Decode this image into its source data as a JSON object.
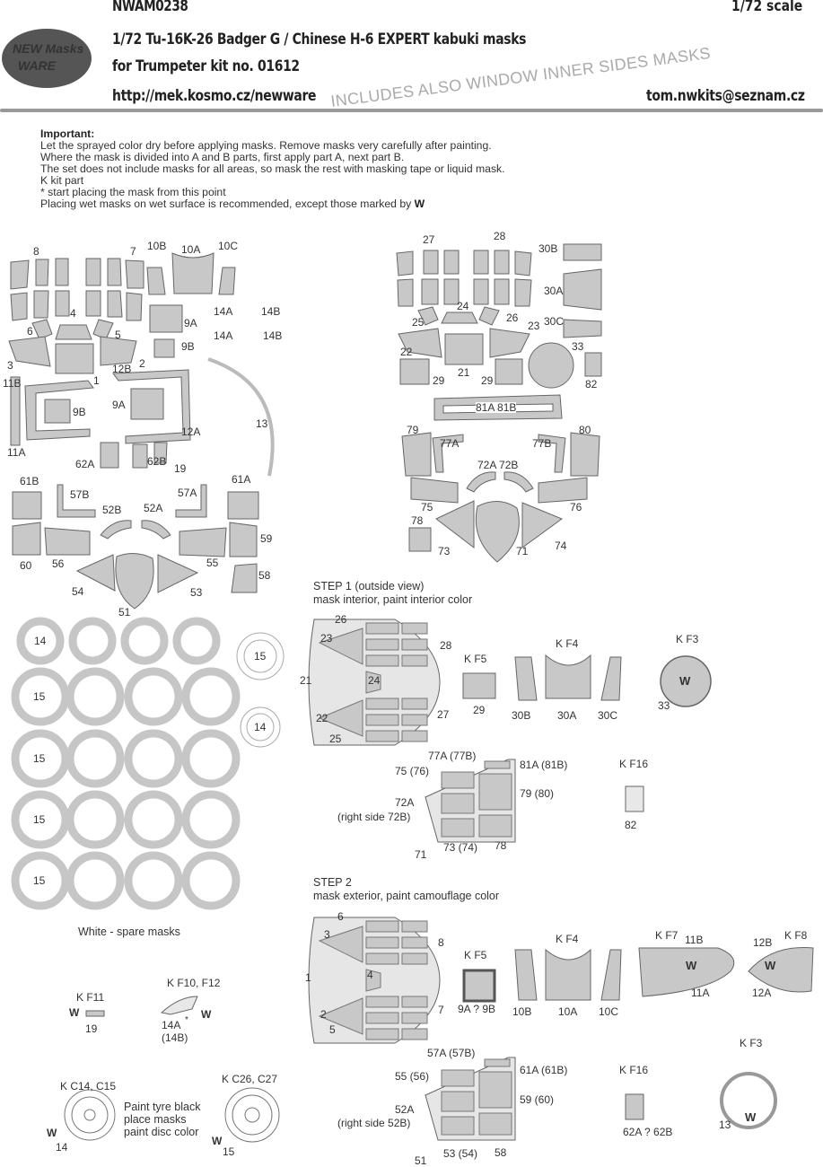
{
  "header": {
    "logo_top": "NEW Masks",
    "logo_bottom": "WARE",
    "code": "NWAM0238",
    "scale": "1/72 scale",
    "title": "1/72 Tu-16K-26 Badger G / Chinese H-6 EXPERT kabuki masks",
    "kit": "for Trumpeter kit no. 01612",
    "url": "http://mek.kosmo.cz/newware",
    "email": "tom.nwkits@seznam.cz",
    "banner": "INCLUDES ALSO WINDOW INNER SIDES MASKS"
  },
  "important": {
    "heading": "Important:",
    "lines": [
      "Let the sprayed color dry before applying masks. Remove masks very carefully after painting.",
      "Where the mask is divided into A and B parts, first apply part A, next part B.",
      "The set does not include masks for all areas, so mask the rest with masking tape or liquid mask.",
      "K kit part",
      "*  start placing the mask from this point",
      "Placing wet masks on wet surface is recommended, except those marked by"
    ],
    "wet_mark": "W"
  },
  "sheet_labels": {
    "l8": "8",
    "l7": "7",
    "l10B": "10B",
    "l10A": "10A",
    "l10C": "10C",
    "l4": "4",
    "l6": "6",
    "l5": "5",
    "l9A": "9A",
    "l14A": "14A",
    "l14B": "14B",
    "l14A2": "14A",
    "l14B2": "14B",
    "l9B": "9B",
    "l3": "3",
    "l2": "2",
    "l12B": "12B",
    "l1": "1",
    "l11B": "11B",
    "l9A2": "9A",
    "l9B2": "9B",
    "l13": "13",
    "l12A": "12A",
    "l11A": "11A",
    "l62A": "62A",
    "l62B": "62B",
    "l19": "19",
    "l61B": "61B",
    "l57B": "57B",
    "l57A": "57A",
    "l61A": "61A",
    "l52B": "52B",
    "l52A": "52A",
    "l59": "59",
    "l60": "60",
    "l56": "56",
    "l55": "55",
    "l58": "58",
    "l54": "54",
    "l53": "53",
    "l51": "51",
    "r27": "27",
    "r28": "28",
    "r30B": "30B",
    "r30A": "30A",
    "r24": "24",
    "r25": "25",
    "r26": "26",
    "r23": "23",
    "r30C": "30C",
    "r33": "33",
    "r22": "22",
    "r21": "21",
    "r29": "29",
    "r29b": "29",
    "r82": "82",
    "r81": "81A 81B",
    "r79": "79",
    "r80": "80",
    "r77A": "77A",
    "r77B": "77B",
    "r72": "72A 72B",
    "r75": "75",
    "r76": "76",
    "r78": "78",
    "r73": "73",
    "r71": "71",
    "r74": "74"
  },
  "wheels": {
    "n14": "14",
    "n15": "15",
    "w15": "15",
    "w14": "14",
    "spare": "White - spare masks"
  },
  "step1": {
    "title": "STEP 1 (outside view)",
    "subtitle": "mask interior, paint interior color",
    "kf5": "K F5",
    "kf4": "K F4",
    "kf3": "K F3",
    "kf16": "K F16",
    "n26": "26",
    "n23": "23",
    "n28": "28",
    "n21": "21",
    "n24": "24",
    "n22": "22",
    "n27": "27",
    "n25": "25",
    "n29": "29",
    "n30B": "30B",
    "n30A": "30A",
    "n30C": "30C",
    "n33": "33",
    "wmark": "W",
    "n77": "77A (77B)",
    "n81": "81A (81B)",
    "n75": "75 (76)",
    "n79": "79 (80)",
    "n72": "72A",
    "n72r": "(right side 72B)",
    "n73": "73 (74)",
    "n78": "78",
    "n71": "71",
    "n82": "82"
  },
  "step2": {
    "title": "STEP 2",
    "subtitle": "mask exterior, paint camouflage color",
    "kf5": "K F5",
    "kf4": "K F4",
    "kf7": "K F7",
    "kf8": "K F8",
    "kf3": "K F3",
    "kf16": "K F16",
    "n6": "6",
    "n3": "3",
    "n8": "8",
    "n1": "1",
    "n4": "4",
    "n2": "2",
    "n7": "7",
    "n5": "5",
    "n9": "9A ? 9B",
    "n10B": "10B",
    "n10A": "10A",
    "n10C": "10C",
    "n11B": "11B",
    "n11A": "11A",
    "n12B": "12B",
    "n12A": "12A",
    "n13": "13",
    "wmark": "W",
    "n57": "57A (57B)",
    "n61": "61A (61B)",
    "n55": "55 (56)",
    "n59": "59 (60)",
    "n52": "52A",
    "n52r": "(right side 52B)",
    "n53": "53 (54)",
    "n58": "58",
    "n51": "51",
    "n62": "62A ? 62B"
  },
  "small_parts": {
    "kf11": "K F11",
    "w19": "W",
    "n19": "19",
    "kf1012": "K F10, F12",
    "n14a": "14A",
    "star": "*",
    "n14b": "(14B)",
    "w14": "W",
    "kc1415": "K C14, C15",
    "tyre1": "Paint tyre black",
    "tyre2": "place masks",
    "tyre3": "paint disc color",
    "wc14": "W",
    "nc14": "14",
    "kc2627": "K C26, C27",
    "wc15": "W",
    "nc15": "15"
  },
  "colors": {
    "mask": "#c8c8c8",
    "outline": "#555555",
    "frame": "#999999",
    "logo_bg": "#555555"
  }
}
